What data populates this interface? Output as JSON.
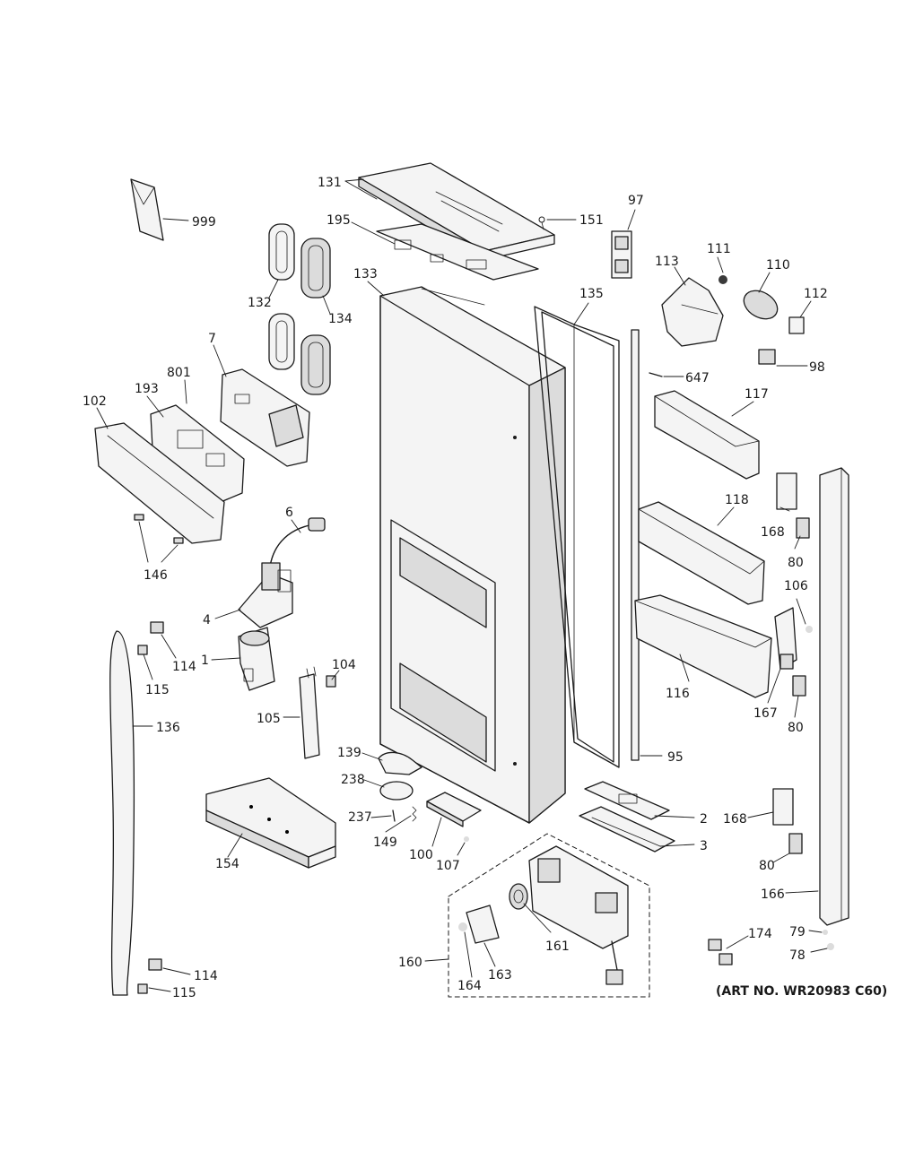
{
  "art_number": "(ART NO. WR20983 C60)",
  "labels": {
    "p999": "999",
    "p131": "131",
    "p151": "151",
    "p97": "97",
    "p195": "195",
    "p132": "132",
    "p134": "134",
    "p133": "133",
    "p135": "135",
    "p113": "113",
    "p111": "111",
    "p110": "110",
    "p112": "112",
    "p98": "98",
    "p7": "7",
    "p193": "193",
    "p801": "801",
    "p102": "102",
    "p647": "647",
    "p117": "117",
    "p118": "118",
    "p168a": "168",
    "p80a": "80",
    "p6": "6",
    "p146": "146",
    "p106": "106",
    "p4": "4",
    "p116": "116",
    "p167": "167",
    "p80b": "80",
    "p114a": "114",
    "p1": "1",
    "p115a": "115",
    "p104": "104",
    "p105": "105",
    "p136": "136",
    "p139": "139",
    "p95": "95",
    "p238": "238",
    "p168b": "168",
    "p2": "2",
    "p237": "237",
    "p149": "149",
    "p3": "3",
    "p100": "100",
    "p107": "107",
    "p154": "154",
    "p80c": "80",
    "p166": "166",
    "p161": "161",
    "p79": "79",
    "p174": "174",
    "p78": "78",
    "p160": "160",
    "p163": "163",
    "p164": "164",
    "p114b": "114",
    "p115b": "115"
  }
}
